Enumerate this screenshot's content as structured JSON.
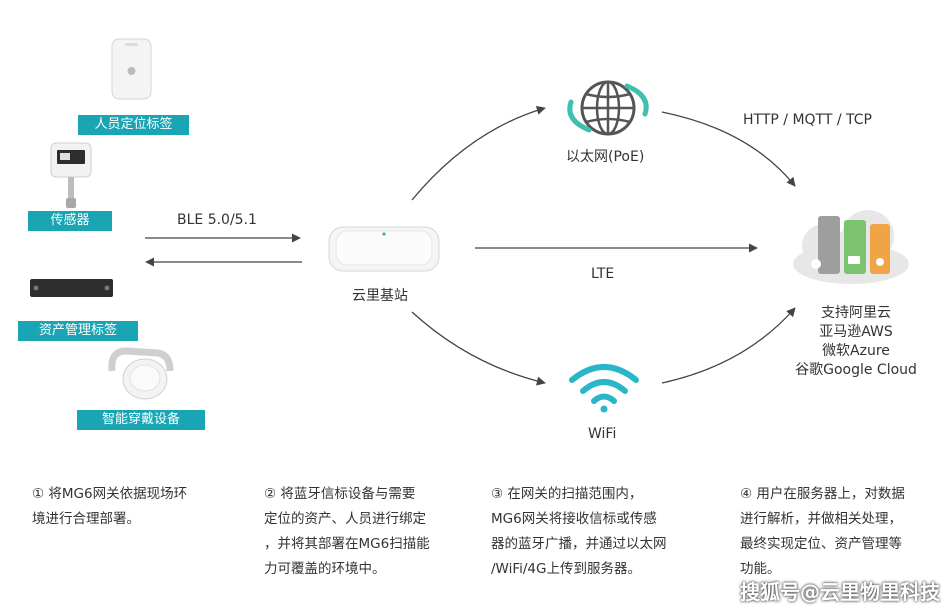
{
  "devices": {
    "personnel_tag": "人员定位标签",
    "sensor": "传感器",
    "asset_tag": "资产管理标签",
    "wearable": "智能穿戴设备"
  },
  "links": {
    "ble": "BLE 5.0/5.1",
    "lte": "LTE",
    "http": "HTTP / MQTT / TCP"
  },
  "nodes": {
    "gateway": "云里基站",
    "ethernet": "以太网(PoE)",
    "wifi": "WiFi"
  },
  "cloud": {
    "lines": [
      "支持阿里云",
      "亚马逊AWS",
      "微软Azure",
      "谷歌Google Cloud"
    ]
  },
  "steps": [
    [
      "① 将MG6网关依据现场环",
      "境进行合理部署。"
    ],
    [
      "② 将蓝牙信标设备与需要",
      "定位的资产、人员进行绑定",
      "，并将其部署在MG6扫描能",
      "力可覆盖的环境中。"
    ],
    [
      "③ 在网关的扫描范围内，",
      "MG6网关将接收信标或传感",
      "器的蓝牙广播，并通过以太网",
      "/WiFi/4G上传到服务器。"
    ],
    [
      "④ 用户在服务器上，对数据",
      "进行解析，并做相关处理，",
      "最终实现定位、资产管理等",
      "功能。"
    ]
  ],
  "watermark": "搜狐号@云里物里科技",
  "colors": {
    "accent": "#19a5b4",
    "cloud_gray": "#9e9e9e",
    "cloud_green": "#7cc36f",
    "cloud_orange": "#f0a446"
  }
}
